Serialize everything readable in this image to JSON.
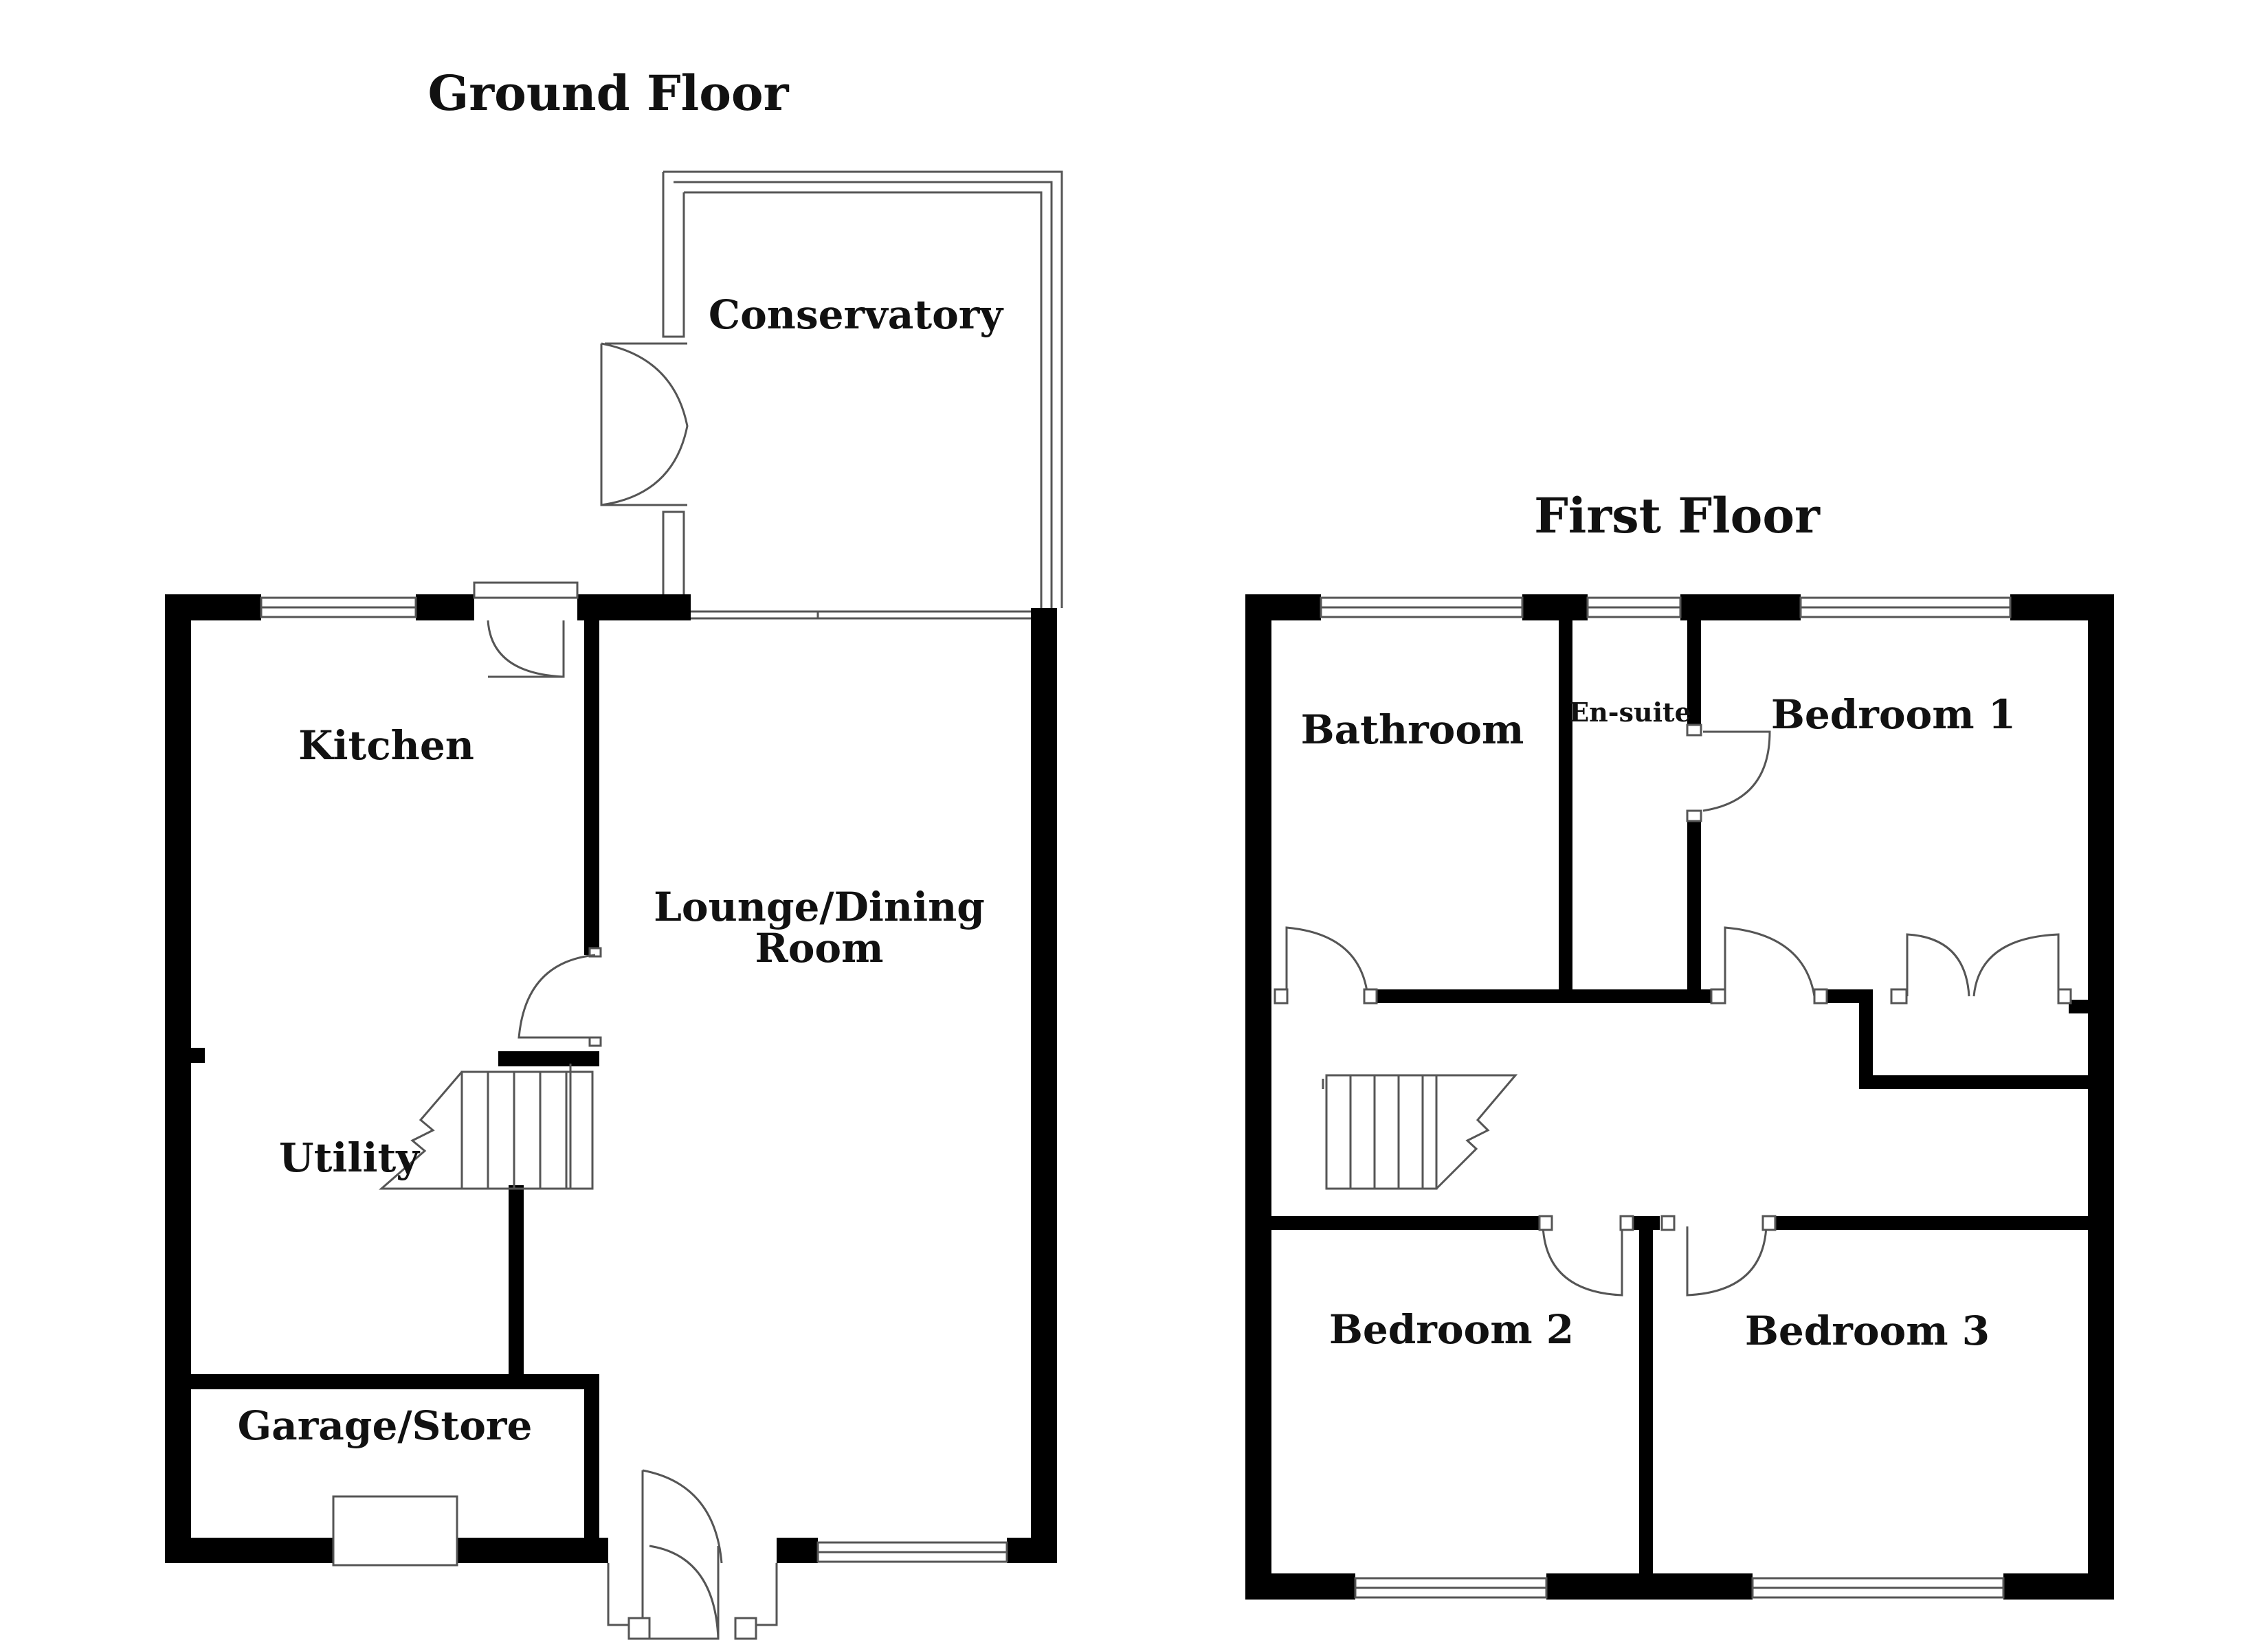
{
  "floors": [
    {
      "title": "Ground Floor",
      "rooms": {
        "conservatory": "Conservatory",
        "kitchen": "Kitchen",
        "lounge_line1": "Lounge/Dining",
        "lounge_line2": "Room",
        "utility": "Utility",
        "garage": "Garage/Store"
      }
    },
    {
      "title": "First Floor",
      "rooms": {
        "bathroom": "Bathroom",
        "ensuite": "En-suite",
        "bedroom1": "Bedroom 1",
        "bedroom2": "Bedroom 2",
        "bedroom3": "Bedroom 3"
      }
    }
  ],
  "colors": {
    "wall": "#000000",
    "line": "#555555",
    "background": "#ffffff"
  }
}
